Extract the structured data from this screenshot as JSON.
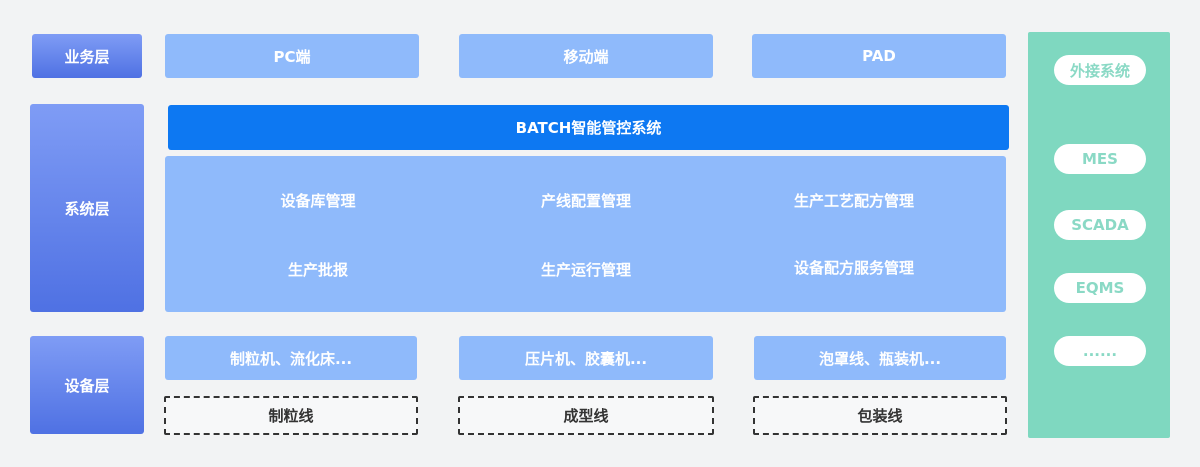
{
  "layers": {
    "business": "业务层",
    "system": "系统层",
    "device": "设备层"
  },
  "business": {
    "pc": "PC端",
    "mobile": "移动端",
    "pad": "PAD"
  },
  "system": {
    "title": "BATCH智能管控系统",
    "modules": [
      "设备库管理",
      "产线配置管理",
      "生产工艺配方管理",
      "生产批报",
      "生产运行管理",
      "设备配方服务管理"
    ]
  },
  "device": {
    "equipment": [
      "制粒机、流化床...",
      "压片机、胶囊机...",
      "泡罩线、瓶装机..."
    ],
    "lines": [
      "制粒线",
      "成型线",
      "包装线"
    ]
  },
  "external": {
    "title": "外接系统",
    "items": [
      "MES",
      "SCADA",
      "EQMS",
      "......"
    ]
  }
}
